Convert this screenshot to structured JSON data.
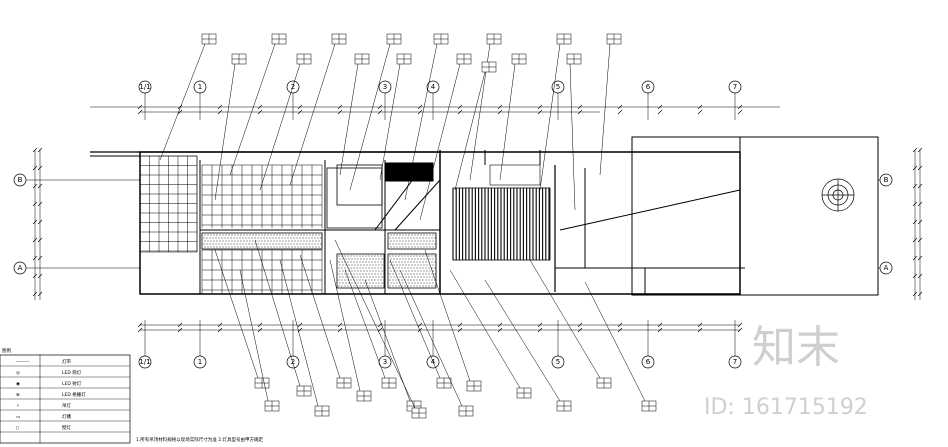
{
  "drawing": {
    "title": "",
    "grid_axes_top": [
      "1/1",
      "1",
      "2",
      "3",
      "4",
      "5",
      "6",
      "7"
    ],
    "grid_axes_bottom": [
      "1/1",
      "1",
      "2",
      "3",
      "4",
      "5",
      "6",
      "7"
    ],
    "grid_rows_left": [
      "B",
      "A"
    ],
    "grid_rows_right": [
      "B",
      "A"
    ],
    "legend_title": "图例",
    "legend_rows": [
      {
        "symbol": "———",
        "desc": "灯带"
      },
      {
        "symbol": "◎",
        "desc": "LED 筒灯"
      },
      {
        "symbol": "◉",
        "desc": "LED 射灯"
      },
      {
        "symbol": "⊕",
        "desc": "LED 格栅灯"
      },
      {
        "symbol": "✧",
        "desc": "吊灯"
      },
      {
        "symbol": "▭",
        "desc": "灯槽"
      },
      {
        "symbol": "▯",
        "desc": "壁灯"
      }
    ],
    "bottom_note": "1.所有吊顶材料规格以现场实际尺寸为准 2.灯具型号由甲方确定"
  },
  "watermark": {
    "brand": "知末",
    "id_text": "ID: 161715192"
  },
  "colors": {
    "line": "#000000",
    "watermark": "#cfcfcf"
  }
}
